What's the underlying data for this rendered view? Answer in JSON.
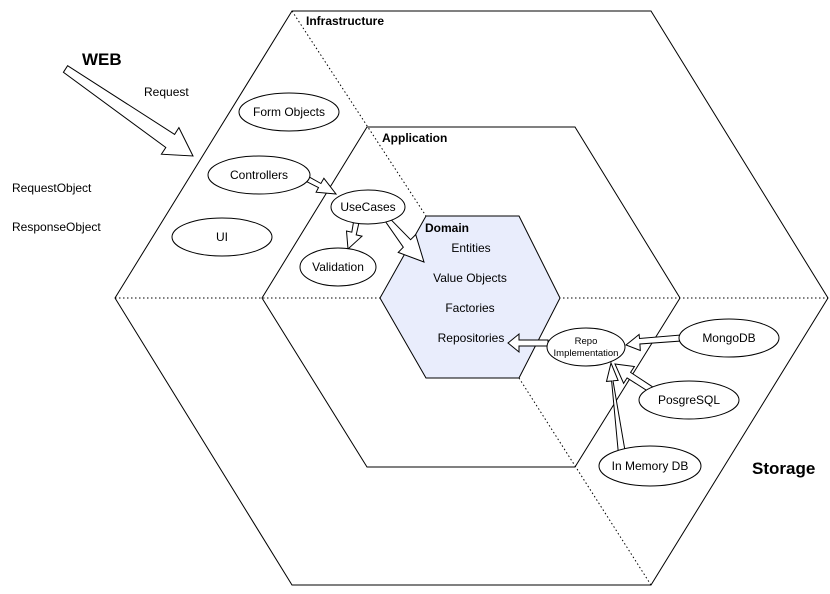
{
  "layers": {
    "infrastructure": "Infrastructure",
    "application": "Application",
    "domain": "Domain"
  },
  "side_labels": {
    "web": "WEB",
    "request": "Request",
    "request_object": "RequestObject",
    "response_object": "ResponseObject",
    "storage": "Storage"
  },
  "infrastructure_nodes": {
    "form_objects": "Form Objects",
    "controllers": "Controllers",
    "ui": "UI",
    "mongodb": "MongoDB",
    "posgresql": "PosgreSQL",
    "in_memory_db": "In Memory DB"
  },
  "application_nodes": {
    "usecases": "UseCases",
    "validation": "Validation",
    "repo_impl_line1": "Repo",
    "repo_impl_line2": "Implementation"
  },
  "domain_items": {
    "entities": "Entities",
    "value_objects": "Value Objects",
    "factories": "Factories",
    "repositories": "Repositories"
  },
  "colors": {
    "domain_fill": "#e9edfc"
  }
}
